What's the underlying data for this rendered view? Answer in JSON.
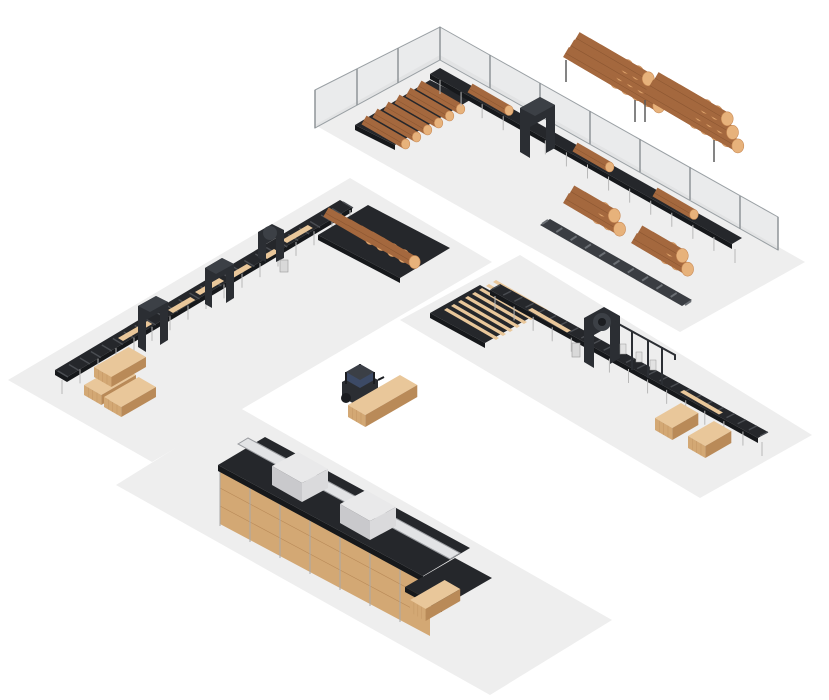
{
  "scene": {
    "zones": [
      "log-yard",
      "primary-breakdown-line",
      "resaw-line",
      "forklift-area",
      "drying-kilns"
    ],
    "colors": {
      "background": "#ffffff",
      "floor": "#eeeeee",
      "conveyor": "#25272b",
      "conveyor_edge": "#16181b",
      "roller": "#3a3d42",
      "log": "#a4683e",
      "log_dark": "#7e4d2b",
      "log_end": "#e7b27b",
      "log_ring": "#c98a55",
      "lumber": "#e9c79a",
      "lumber_side": "#d3a874",
      "lumber_dark": "#b98a58",
      "machine": "#2b2e33",
      "kiln_hood": "#e9e9ea",
      "kiln_hood_side": "#c9c9cc",
      "fence": "#9aa0a4",
      "leg": "#b8b8b8"
    },
    "icons": [
      "log-stack-icon",
      "saw-machine-icon",
      "forklift-icon",
      "kiln-icon",
      "lumber-pallet-icon"
    ]
  }
}
